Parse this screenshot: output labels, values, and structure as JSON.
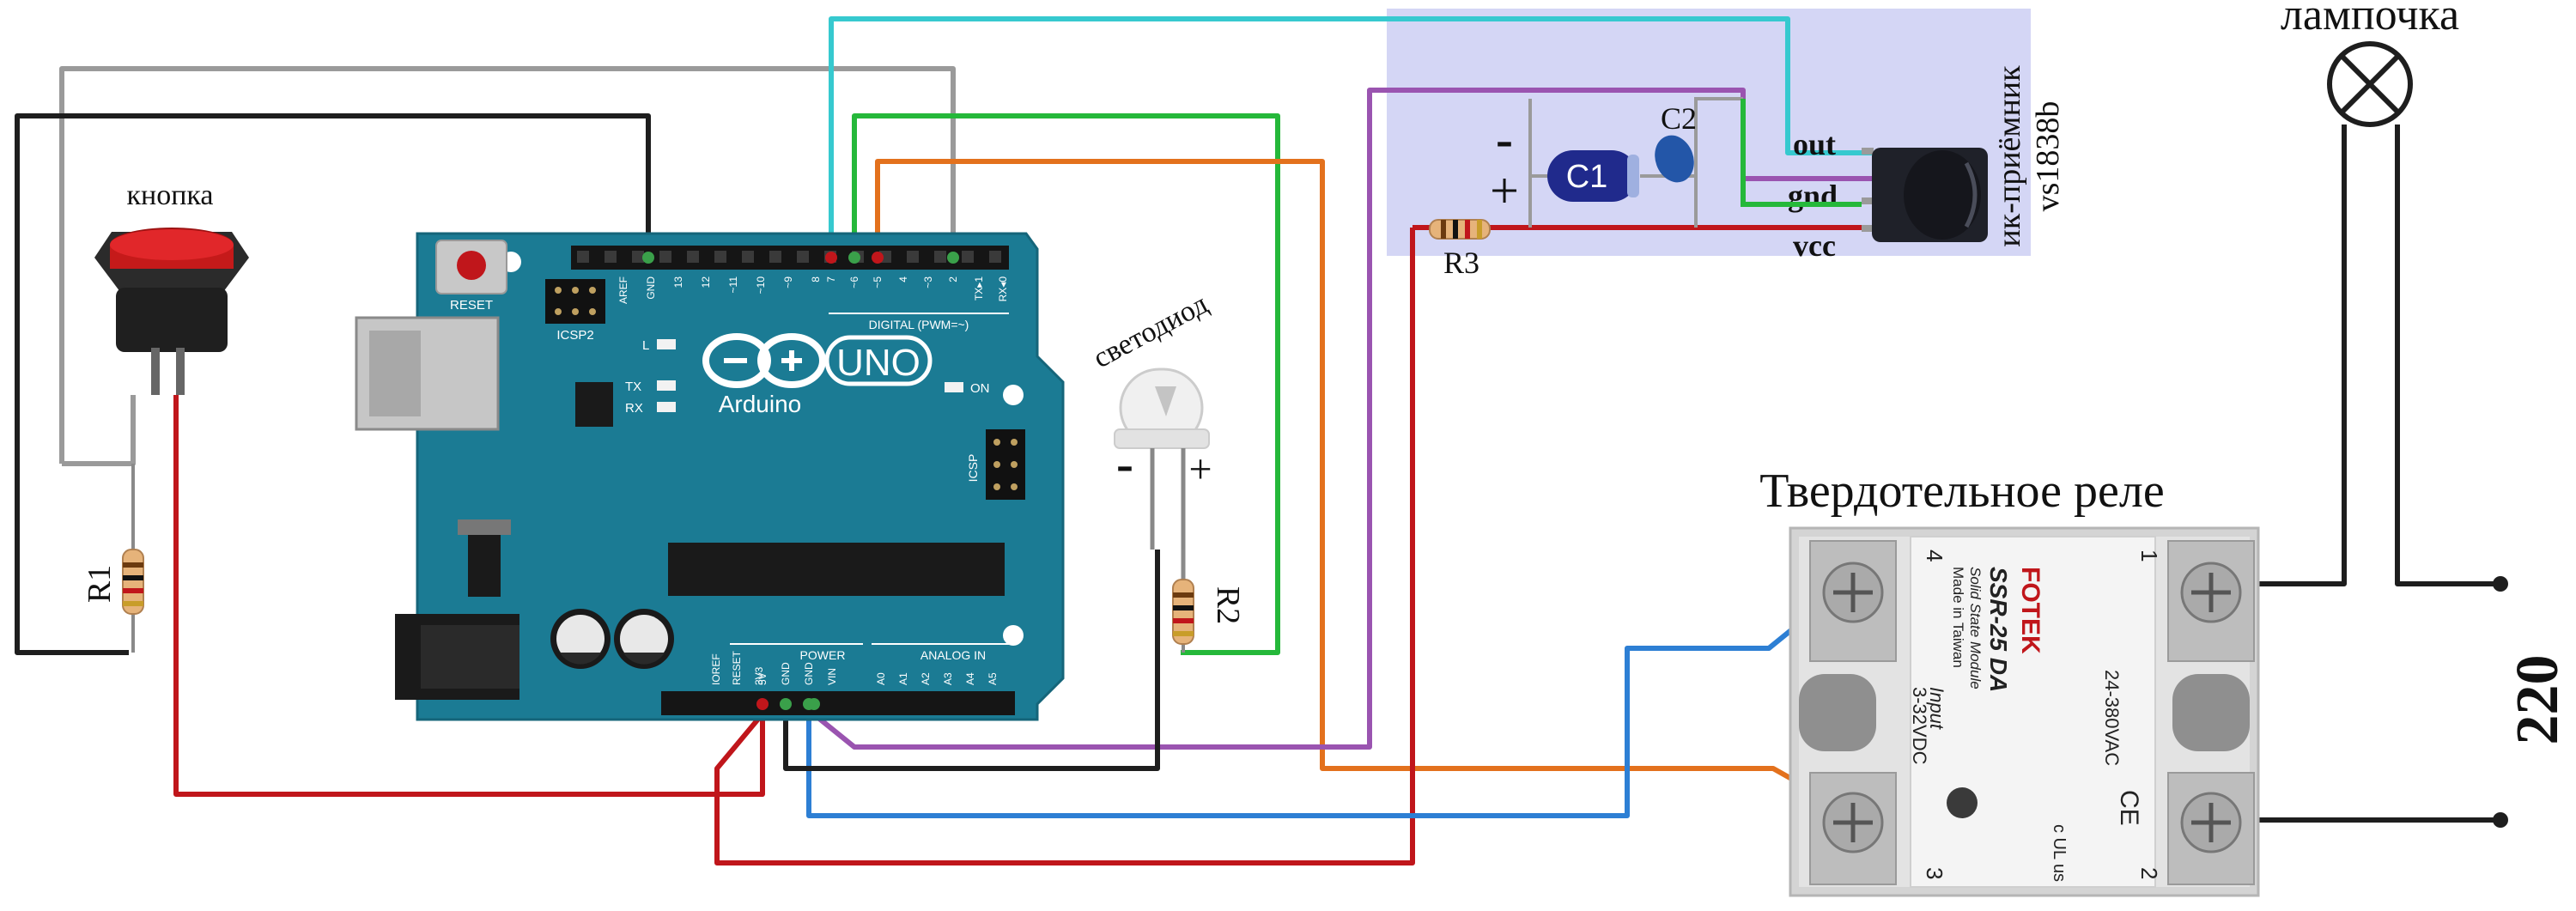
{
  "labels": {
    "lamp": "лампочка",
    "button": "кнопка",
    "led": "светодиод",
    "relay_title": "Твердотельное реле",
    "ir_title": "ик-приёмник",
    "ir_model": "vs1838b",
    "r1": "R1",
    "r2": "R2",
    "r3": "R3",
    "c1": "C1",
    "c2": "C2",
    "out": "out",
    "gnd": "gnd",
    "vcc": "vcc",
    "voltage": "220",
    "minus": "-",
    "plus": "+",
    "led_minus": "-",
    "led_plus": "+"
  },
  "arduino": {
    "brand": "Arduino",
    "model": "UNO",
    "reset": "RESET",
    "icsp2": "ICSP2",
    "icsp": "ICSP",
    "digital": "DIGITAL (PWM=~)",
    "power": "POWER",
    "analog": "ANALOG IN",
    "on": "ON",
    "led_l": "L",
    "tx": "TX",
    "rx": "RX",
    "top_pins": [
      "AREF",
      "GND",
      "13",
      "12",
      "~11",
      "~10",
      "~9",
      "8",
      "7",
      "~6",
      "~5",
      "4",
      "~3",
      "2",
      "TX▸1",
      "RX◂0"
    ],
    "power_pins": [
      "IOREF",
      "RESET",
      "3V3",
      "5V",
      "GND",
      "GND",
      "VIN"
    ],
    "analog_pins": [
      "A0",
      "A1",
      "A2",
      "A3",
      "A4",
      "A5"
    ]
  },
  "relay": {
    "brand": "FOTEK",
    "model": "SSR-25 DA",
    "line1": "Solid State Module",
    "line2": "Made in Taiwan",
    "input_label": "Input",
    "input_range": "3-32VDC",
    "output_range": "24-380VAC",
    "term1": "1",
    "term2": "2",
    "term3": "3",
    "term4": "4",
    "ce": "CE",
    "ul": "c UL us"
  },
  "colors": {
    "wire_gray": "#9a9a9a",
    "wire_black": "#1e1e1e",
    "wire_red": "#c0161b",
    "wire_cyan": "#36c9cf",
    "wire_green": "#25b83a",
    "wire_orange": "#e3711d",
    "wire_purple": "#9a54b0",
    "wire_blue": "#2d7fd4",
    "board_teal": "#1b7b94",
    "ir_panel": "#c9ccf2"
  }
}
